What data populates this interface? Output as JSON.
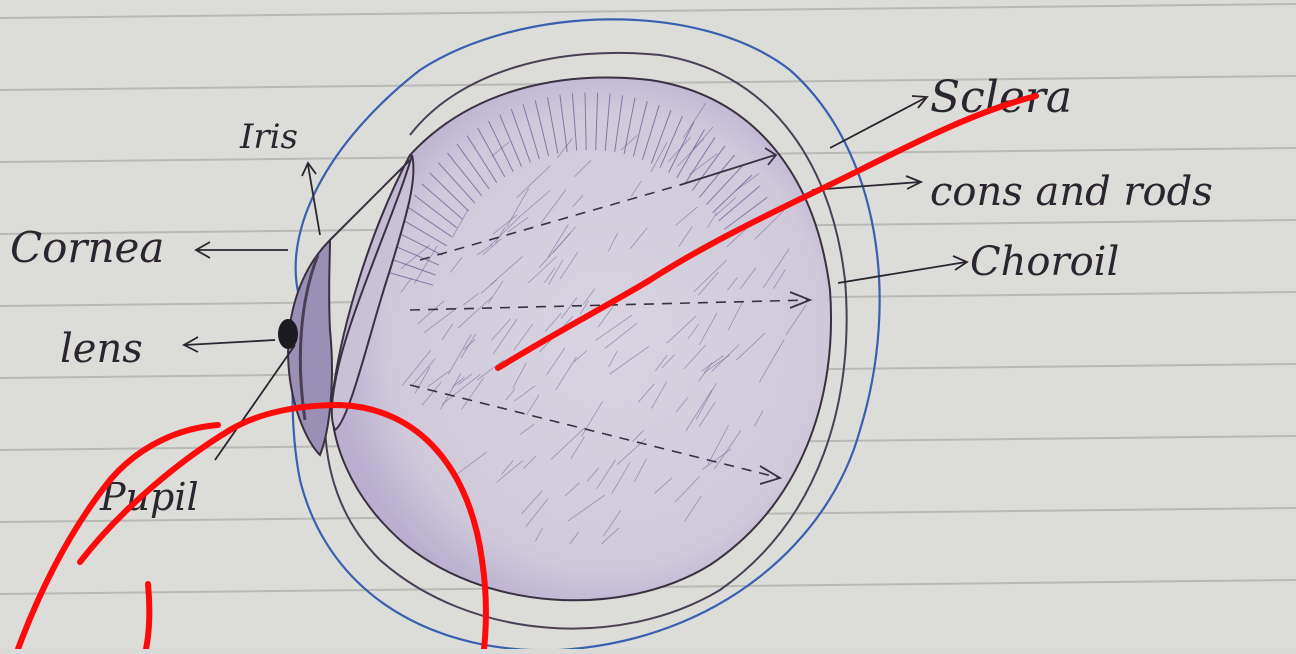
{
  "labels": {
    "iris": "Iris",
    "cornea": "Cornea",
    "lens": "lens",
    "pupil": "Pupil",
    "sclera": "Sclera",
    "cones_rods": "cons and rods",
    "choroid": "Choroil"
  },
  "colors": {
    "paper": "#dcdcd8",
    "ruled_line": "#b9b9b6",
    "outer_ring": "#3b5fb0",
    "ink": "#3a3040",
    "shading": "#6a5a8a",
    "red_marker": "#ff0a0a"
  }
}
